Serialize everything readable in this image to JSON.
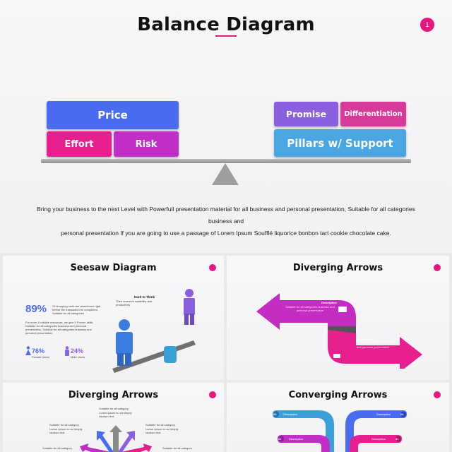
{
  "main_slide": {
    "title": "Balance Diagram",
    "page_number": "1",
    "left_side": {
      "top_block": "Price",
      "bottom_left_block": "Effort",
      "bottom_right_block": "Risk"
    },
    "right_side": {
      "top_left_block": "Promise",
      "top_right_block": "Differentiation",
      "bottom_block": "Pillars w/ Support"
    },
    "description_line_1": "Bring your business  to the next Level with Powerfull presentation material for all business and personal presentation, Suitable for all categories business and",
    "description_line_2": "personal presentation If you are going to use a passage of Lorem Ipsum Soufflé liquorice bonbon tart cookie chocolate cake.",
    "colors": {
      "blue": "#4a6cf0",
      "magenta": "#e8208f",
      "purple": "#c22ec8",
      "violet": "#8a5fe0",
      "pink": "#d63a9a",
      "sky": "#4aa6e0",
      "accent": "#d41f83"
    }
  },
  "thumbnails": [
    {
      "title": "Seesaw Diagram",
      "percent": "89%",
      "percent_text": "Of shopping carts are abandoned right before the transaction be completed. Suitable for all categories",
      "body_text": "For more & reliable resources, we give 5 Proven skills. Suitable for all categories business and personal presentation, Suitable for all categories business and personal presentation",
      "stat_left": "76%",
      "stat_left_label": "Female Users",
      "stat_right": "24%",
      "stat_right_label": "Male Users",
      "callout_title": "Hard to Think",
      "callout_text": "Their research suitability and productivity"
    },
    {
      "title": "Diverging Arrows",
      "desc_top_title": "Description",
      "desc_top_text": "Suitable for all categories business and personal presentation",
      "desc_bottom_title": "Description",
      "desc_bottom_text": "Suitable for all categories business and personal presentation"
    },
    {
      "title": "Diverging Arrows",
      "label_top": "Suitable for all category.",
      "label_top_2": "Lorem Ipsum is not simply random text.",
      "label_left": "Suitable for all category.",
      "label_left_2": "Lorem Ipsum is not simply random text.",
      "label_right": "Suitable for all category.",
      "label_right_2": "Lorem Ipsum is not simply random text.",
      "label_bottom_left": "Suitable for all category.",
      "label_bottom_right": "Suitable for all category."
    },
    {
      "title": "Converging Arrows",
      "items": [
        {
          "num": "03",
          "label": "Description"
        },
        {
          "num": "04",
          "label": "Description"
        },
        {
          "num": "02",
          "label": "Description"
        },
        {
          "num": "01",
          "label": "Description"
        }
      ]
    }
  ]
}
